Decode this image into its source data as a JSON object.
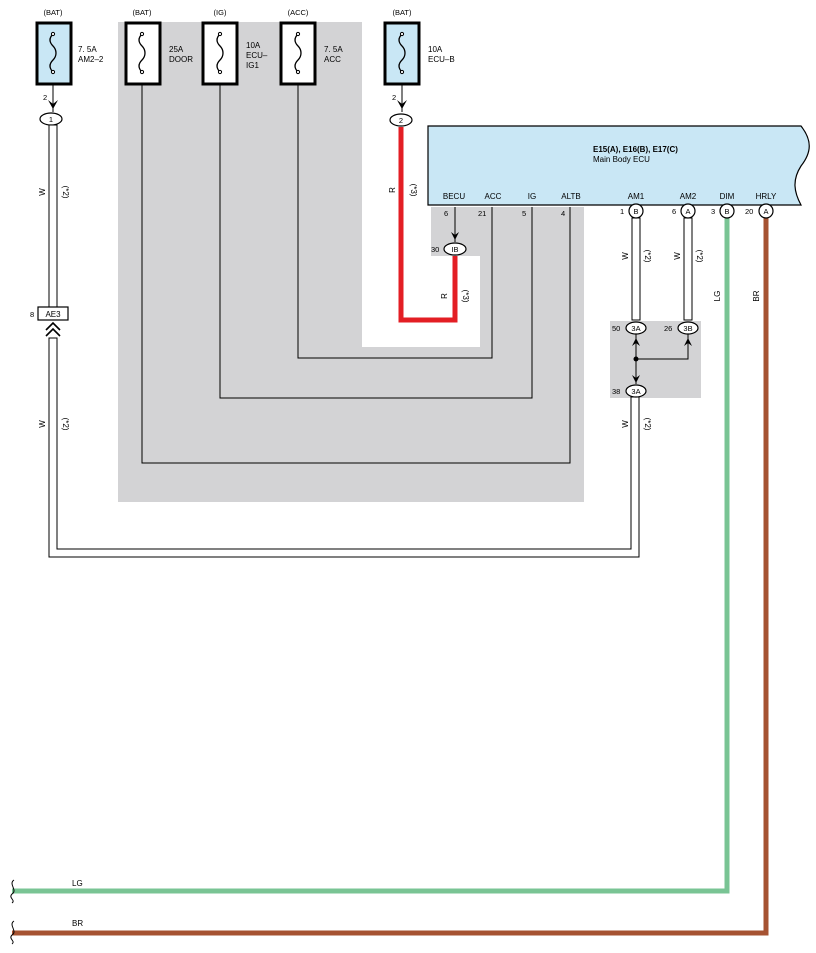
{
  "fuses": [
    {
      "source": "(BAT)",
      "rating": "7. 5A",
      "name": "AM2–2",
      "highlight": true
    },
    {
      "source": "(BAT)",
      "rating": "25A",
      "name": "DOOR",
      "highlight": false
    },
    {
      "source": "(IG)",
      "rating": "10A",
      "name": "ECU–",
      "name2": "IG1",
      "highlight": false
    },
    {
      "source": "(ACC)",
      "rating": "7. 5A",
      "name": "ACC",
      "highlight": false
    },
    {
      "source": "(BAT)",
      "rating": "10A",
      "name": "ECU–B",
      "highlight": true
    }
  ],
  "fuse_pins": {
    "am2": "2",
    "ecub": "2"
  },
  "connectors": {
    "c1": "1",
    "c2": "2",
    "ae3": "AE3",
    "ae3_pin": "8",
    "ib": "IB",
    "ib_pin": "30",
    "b_am1": "B",
    "a_am2": "A",
    "b_dim": "B",
    "a_hrly": "A",
    "j3a_top": "3A",
    "j3a_top_pin": "50",
    "j3b": "3B",
    "j3b_pin": "26",
    "j3a_bot": "3A",
    "j3a_bot_pin": "38"
  },
  "ecu": {
    "title": "E15(A), E16(B), E17(C)",
    "subtitle": "Main Body ECU",
    "terminals": [
      {
        "name": "BECU",
        "pin": "6"
      },
      {
        "name": "ACC",
        "pin": "21"
      },
      {
        "name": "IG",
        "pin": "5"
      },
      {
        "name": "ALTB",
        "pin": "4"
      },
      {
        "name": "AM1",
        "pin": "1"
      },
      {
        "name": "AM2",
        "pin": "6"
      },
      {
        "name": "DIM",
        "pin": "3"
      },
      {
        "name": "HRLY",
        "pin": "20"
      }
    ]
  },
  "wire_labels": {
    "w": "W",
    "r": "R",
    "lg": "LG",
    "br": "BR",
    "note2": "(*2)",
    "note3": "(*3)"
  },
  "colors": {
    "fuse_highlight": "#c9e7f5",
    "ecu_fill": "#c9e7f5",
    "gray_zone": "#d3d3d5",
    "red_wire": "#e31e24",
    "lg_wire": "#79c494",
    "br_wire": "#a65332",
    "white_wire": "#ffffff"
  }
}
